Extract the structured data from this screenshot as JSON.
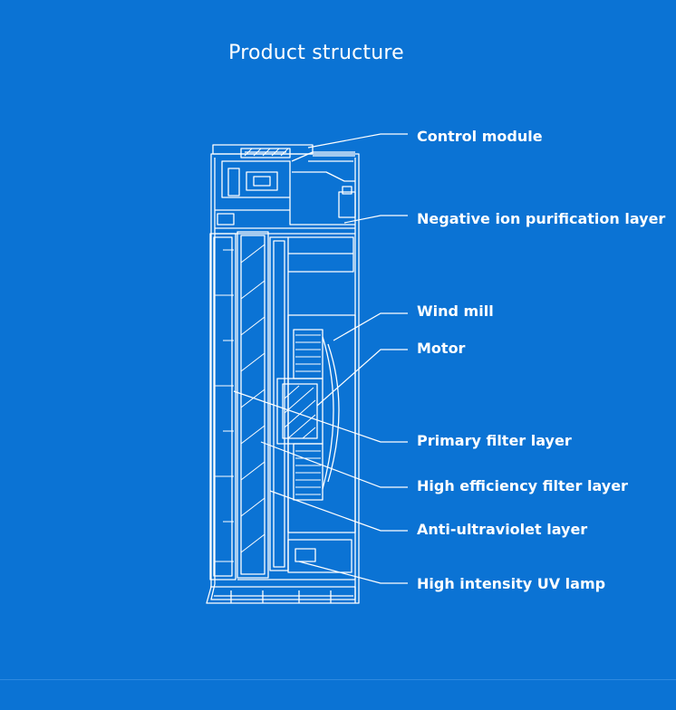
{
  "title": "Product structure",
  "labels": [
    "Control module",
    "Negative ion purification layer",
    "Wind mill",
    "Motor",
    "Primary filter layer",
    "High efficiency filter layer",
    "Anti-ultraviolet layer",
    "High intensity UV lamp"
  ],
  "colors": {
    "background": "#0b73d4",
    "line": "#ffffff"
  }
}
